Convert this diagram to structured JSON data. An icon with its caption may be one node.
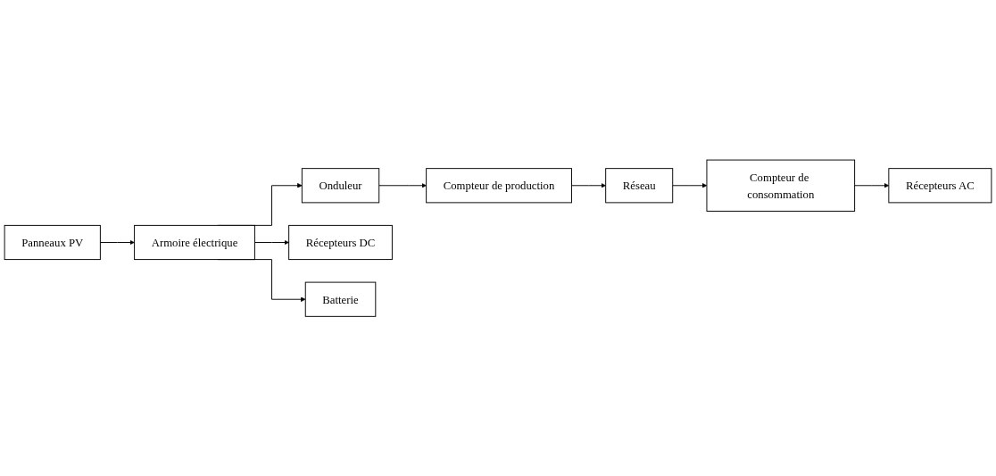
{
  "diagram": {
    "nodes": [
      {
        "text": [
          "Réseau"
        ]
      },
      {
        "text": [
          "Compteur de consommation"
        ]
      },
      {
        "text": [
          "Compteur de production"
        ]
      },
      {
        "text": [
          "Onduleur"
        ]
      },
      {
        "text": [
          "Récepteurs AC"
        ]
      },
      {
        "text": [
          "Panneaux PV"
        ]
      },
      {
        "text": [
          "Armoire électrique"
        ]
      },
      {
        "text": [
          "Récepteurs DC"
        ]
      },
      {
        "text": [
          "Batterie"
        ]
      }
    ],
    "edges": [
      {
        "from": 0,
        "to": 1,
        "arrow": "to"
      },
      {
        "from": 1,
        "to": 4,
        "arrow": "to"
      },
      {
        "from": 2,
        "to": 0,
        "arrow": "to"
      },
      {
        "from": 3,
        "to": 2,
        "arrow": "to"
      },
      {
        "from": 6,
        "to": 3,
        "arrow": "to"
      },
      {
        "from": 5,
        "to": 6,
        "arrow": "to"
      },
      {
        "from": 6,
        "to": 7,
        "arrow": "to"
      },
      {
        "from": 6,
        "to": 8,
        "arrow": "to"
      }
    ]
  }
}
